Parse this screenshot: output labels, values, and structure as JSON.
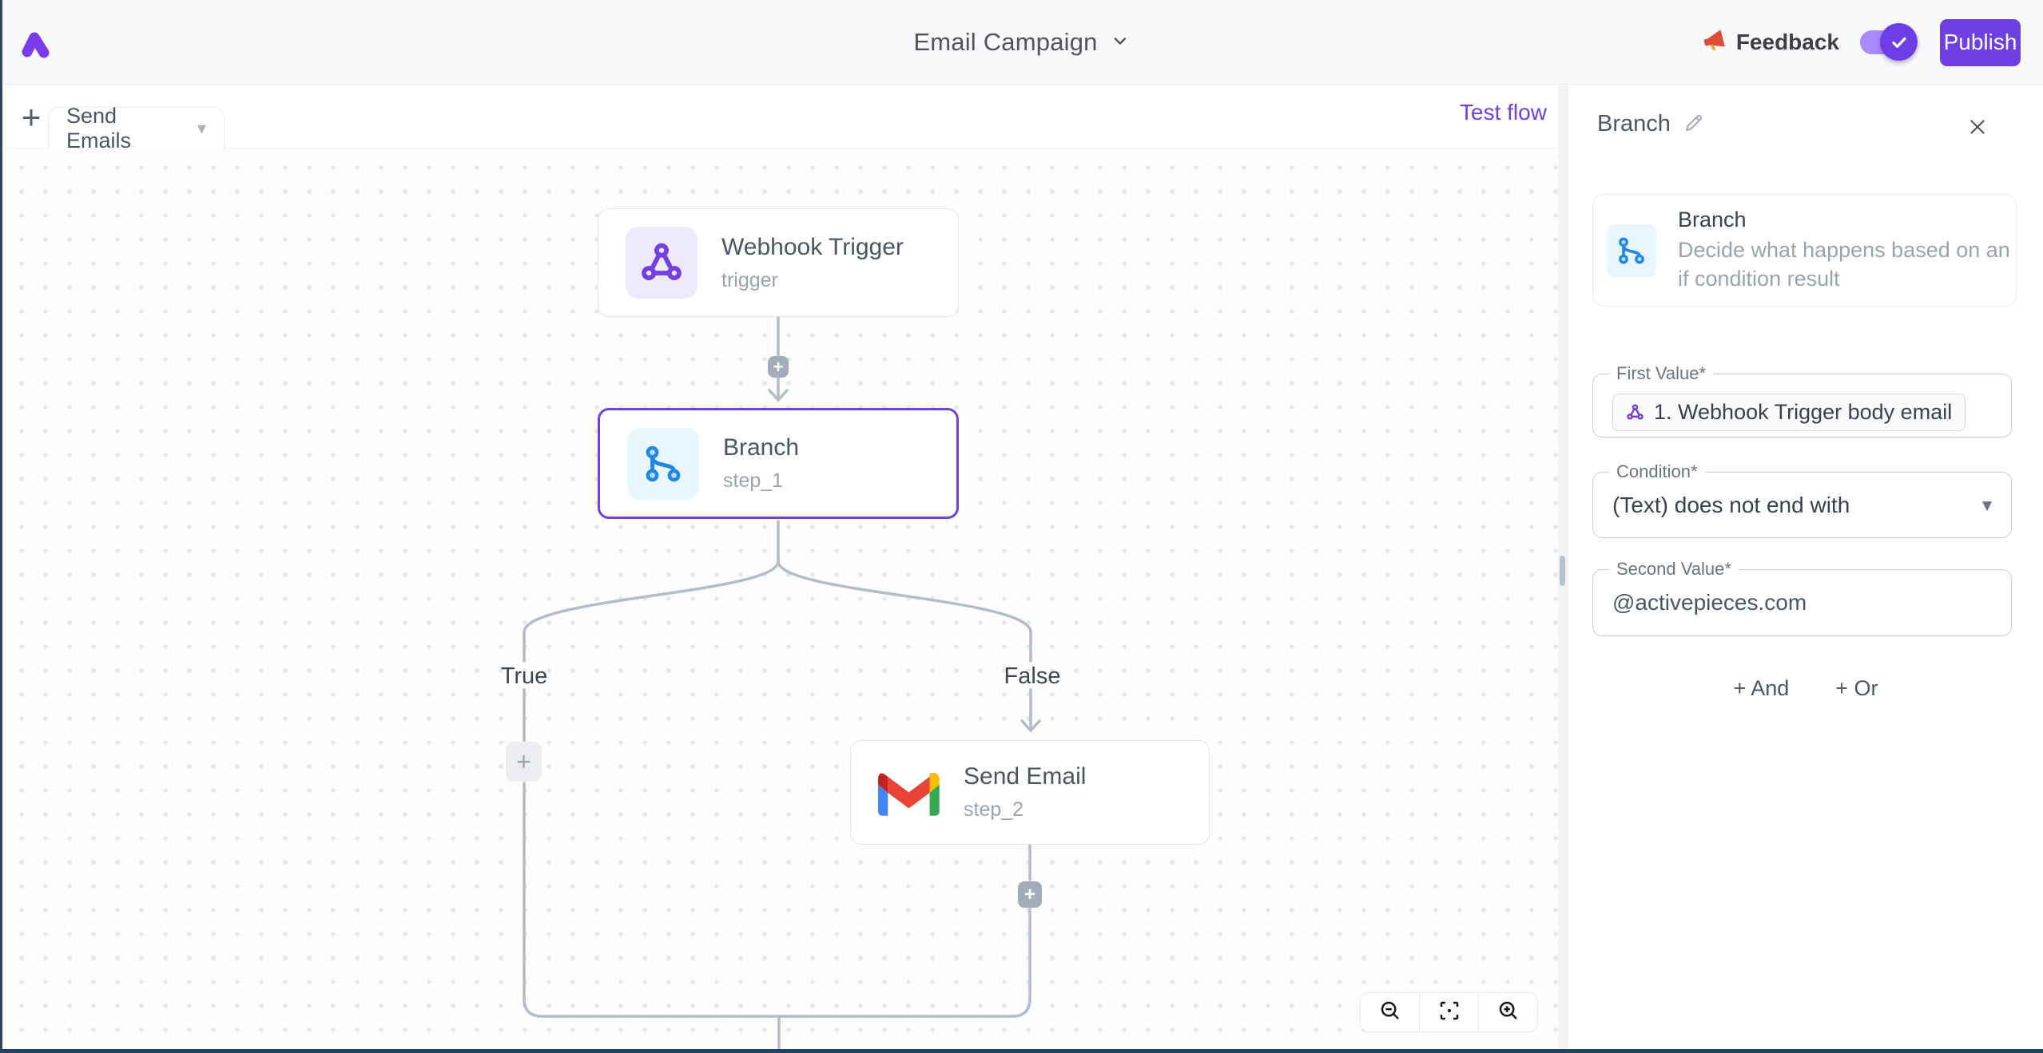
{
  "topbar": {
    "title": "Email Campaign",
    "feedback_label": "Feedback",
    "publish_label": "Publish"
  },
  "canvas": {
    "tab_add": "+",
    "tab_label": "Send Emails",
    "test_flow": "Test flow",
    "plus_glyph": "+",
    "true_label": "True",
    "false_label": "False",
    "nodes": {
      "webhook": {
        "title": "Webhook Trigger",
        "subtitle": "trigger"
      },
      "branch": {
        "title": "Branch",
        "subtitle": "step_1"
      },
      "send_email": {
        "title": "Send Email",
        "subtitle": "step_2"
      }
    }
  },
  "panel": {
    "header_title": "Branch",
    "info": {
      "title": "Branch",
      "description": "Decide what happens based on an if condition result"
    },
    "fields": {
      "first_value": {
        "label": "First Value*",
        "token": "1. Webhook Trigger body email"
      },
      "condition": {
        "label": "Condition*",
        "value": "(Text) does not end with"
      },
      "second_value": {
        "label": "Second Value*",
        "value": "@activepieces.com"
      }
    },
    "and_label": "+ And",
    "or_label": "+ Or"
  },
  "icons": {
    "logo": "activepieces-logo",
    "feedback": "megaphone-icon",
    "toggle": "check-toggle",
    "webhook": "webhook-icon",
    "branch": "branch-icon",
    "send_email": "gmail-icon",
    "zoom": [
      "zoom-out-icon",
      "fit-view-icon",
      "zoom-in-icon"
    ],
    "close": "close-icon",
    "edit": "pencil-icon"
  },
  "colors": {
    "accent": "#6e41e2",
    "accent_light": "#a78bfa",
    "link": "#6d3ee8",
    "branch_blue": "#1e88e5",
    "connector": "#b3bcc7",
    "canvas_dot": "#e3e8ee"
  }
}
